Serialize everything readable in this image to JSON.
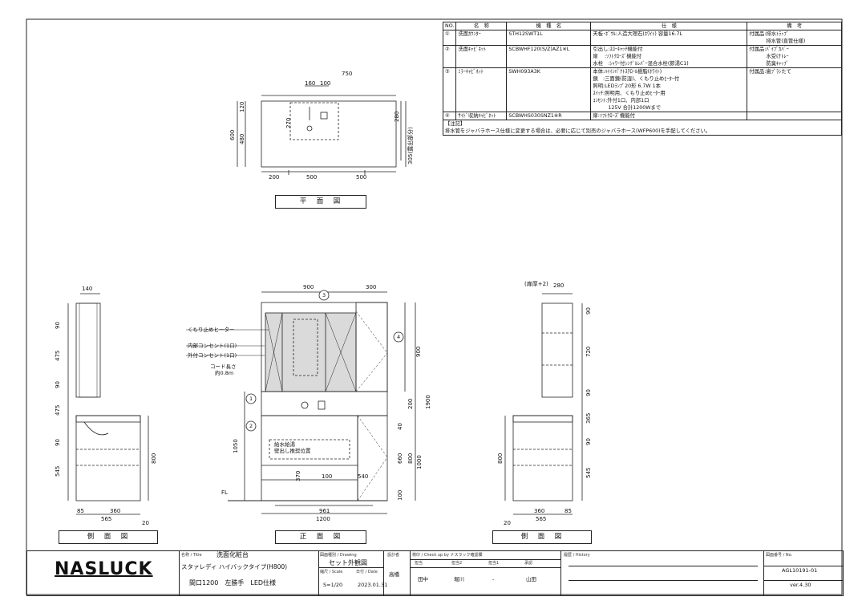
{
  "spec": {
    "headers": [
      "NO.",
      "名　称",
      "機　種　名",
      "仕　様",
      "備　考"
    ],
    "rows": [
      {
        "no": "①",
        "name": "洗面ｶｳﾝﾀｰ",
        "model": "STH12SWT1L",
        "spec": [
          "天板･ﾎﾞｳﾙ:人造大理石(ﾎﾜｲﾄ) 容量16.7L"
        ],
        "remarks": [
          "付属品:排水ﾄﾗｯﾌﾟ",
          "　　　 排水管(直管仕様)"
        ]
      },
      {
        "no": "②",
        "name": "洗面ｷｬﾋﾞﾈｯﾄ",
        "model": "SCBWHF120(S/Z)AZ1※L",
        "spec": [
          "引出し:ｽﾛｰｷｬｯﾁ機能付",
          "扉　 :ｿﾌﾄｸﾛｰｽﾞ機能付",
          "水栓　:ｼｬﾜｰ付ｼﾝｸﾞﾙﾚﾊﾞｰ混合水栓(節湯C1)"
        ],
        "remarks": [
          "付属品:ﾊﾟｲﾌﾟｶﾊﾞｰ",
          "　　　 水受けﾄﾚｰ",
          "　　　 防臭ｷｬｯﾌﾟ"
        ]
      },
      {
        "no": "③",
        "name": "ﾐﾗｰｷｬﾋﾞﾈｯﾄ",
        "model": "SWH093A3K",
        "spec": [
          "本体:ﾊｲｲﾝﾊﾟｸﾄｽﾁﾛｰﾙ樹脂(ﾎﾜｲﾄ)",
          "鏡　:三面鏡(防湿)、くもり止めﾋｰﾀｰ付",
          "照明:LEDﾗﾝﾌﾟ20形 6.7W 1本",
          "ｽｲｯﾁ:照明用、くもり止めﾋｰﾀｰ用",
          "ｺﾝｾﾝﾄ:外付1口、内部1口",
          "　　　125V 合計1200Wまで"
        ],
        "remarks": [
          "付属品:歯ﾌﾞﾗｼたて"
        ]
      },
      {
        "no": "④",
        "name": "ｻｲﾄﾞ収納ｷｬﾋﾞﾈｯﾄ",
        "model": "SCBWHS030SNZ1※R",
        "spec": [
          "扉:ｿﾌﾄｸﾛｰｽﾞ機能付"
        ],
        "remarks": [
          ""
        ]
      }
    ],
    "note_title": "【注記】",
    "note_text": "排水管をジャバラホース仕様に変更する場合は、必要に応じて別売のジャバラホース(WFP600)を手配してください。"
  },
  "captions": {
    "plan": "平　面　図",
    "front": "正　面　図",
    "side_left": "側　面　図",
    "side_right": "側　面　図"
  },
  "plan_dims": {
    "d750": "750",
    "d160": "160",
    "d100": "100",
    "d120": "120",
    "d270": "270",
    "d480": "480",
    "d600": "600",
    "d280": "280",
    "d305": "305(露出部分)",
    "d200": "200",
    "d500a": "500",
    "d500b": "500"
  },
  "front_dims": {
    "d900": "900",
    "d300": "300",
    "d1900": "1900",
    "d900v": "900",
    "d200": "200",
    "d40": "40",
    "d660": "660",
    "d800": "800",
    "d1000": "1000",
    "d1050": "1050",
    "d100": "100",
    "d540": "540",
    "d370": "370",
    "d961": "961",
    "d1200": "1200",
    "d100b": "100",
    "fl": "FL"
  },
  "front_labels": {
    "heater": "くもり止めヒーター",
    "inner_outlet": "内部コンセント(1口)",
    "outer_outlet": "外付コンセント(1口)",
    "cord": "コード長さ",
    "cord_len": "約0.8m",
    "supply": "給水給湯",
    "drain_pos": "壁出し推奨位置",
    "c1": "1",
    "c2": "2",
    "c3": "3",
    "c4": "4"
  },
  "left_dims": {
    "d140": "140",
    "d90a": "90",
    "d475a": "475",
    "d90b": "90",
    "d475b": "475",
    "d90c": "90",
    "d545": "545",
    "d800": "800",
    "d85": "85",
    "d360": "360",
    "d565": "565",
    "d20": "20"
  },
  "right_dims": {
    "d_top": "(扉厚+2)",
    "d280": "280",
    "d90a": "90",
    "d720": "720",
    "d90b": "90",
    "d365": "365",
    "d90c": "90",
    "d545": "545",
    "d800": "800",
    "d360": "360",
    "d85": "85",
    "d20": "20",
    "d565": "565"
  },
  "titleblock": {
    "logo": "NASLUCK",
    "name_label": "名称 / Title",
    "name_line1": "洗面化粧台",
    "name_line2": "スタァレディ ハイバックタイプ(H800)",
    "name_line3": "間口1200　左勝手　LED仕様",
    "drawing_label": "図面種別 / Drawing",
    "drawing": "セット外観図",
    "scale_label": "縮尺 / Scale",
    "scale": "S=1/20",
    "date_label": "日付 / Date",
    "date": "2023.01.31",
    "designer_label": "設計者",
    "designer": "高橋",
    "check_label": "検印 / Check up by ナスラック確認欄",
    "check_cols": [
      "担当",
      "担当2",
      "担当1",
      "承認"
    ],
    "check_vals": [
      "田中",
      "堀川",
      "-",
      "山田"
    ],
    "history_label": "履歴 / History",
    "drawno_label": "図面番号 / No.",
    "drawno": "AGL10191-01",
    "version": "ver.4.30"
  }
}
